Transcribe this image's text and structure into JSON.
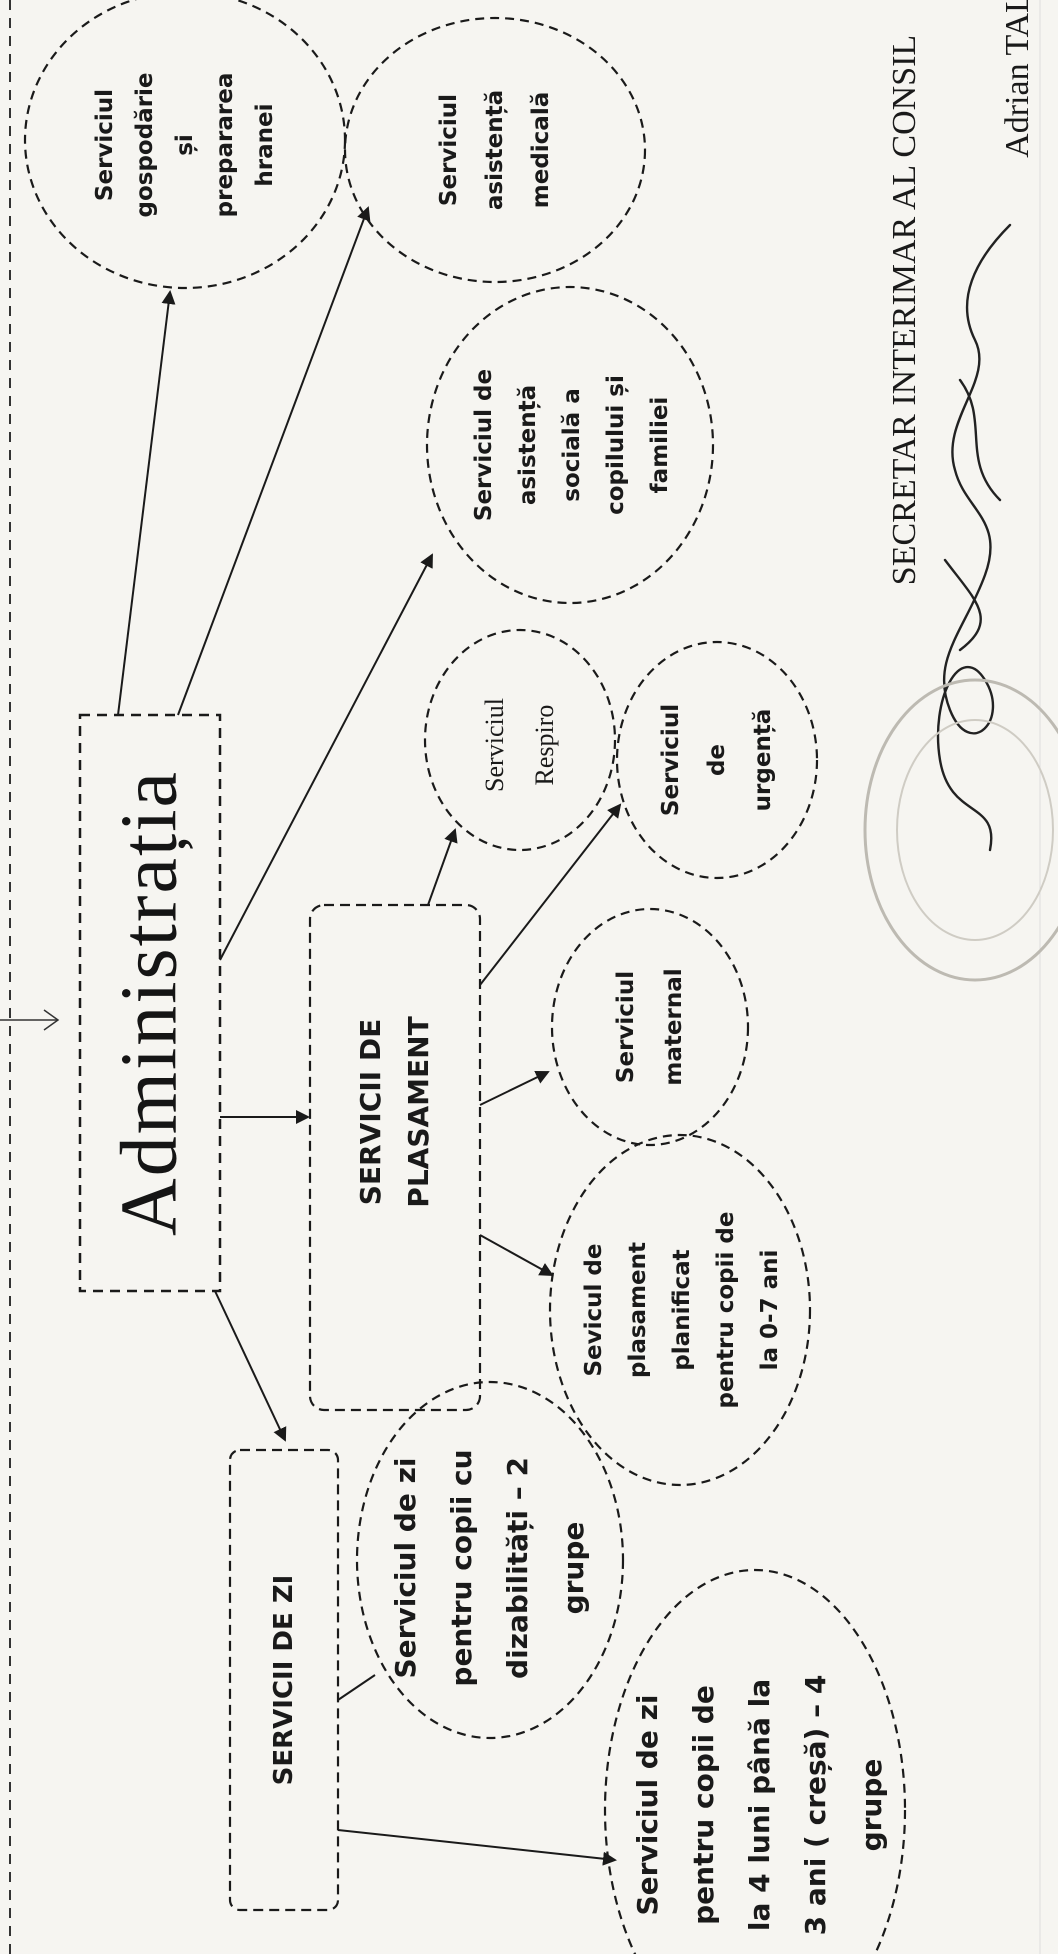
{
  "nodes": {
    "admin": {
      "label": "Administrația"
    },
    "gospodarie": {
      "lines": [
        "Serviciul",
        "gospodărie",
        "și",
        "prepararea",
        "hranei"
      ]
    },
    "medicala": {
      "lines": [
        "Serviciul",
        "asistență",
        "medicală"
      ]
    },
    "sociala": {
      "lines": [
        "Serviciul de",
        "asistență",
        "socială a",
        "copilului și",
        "familiei"
      ]
    },
    "respiro": {
      "lines": [
        "Serviciul",
        "Respiro"
      ]
    },
    "urgenta": {
      "lines": [
        "Serviciul",
        "de",
        "urgență"
      ]
    },
    "plasament": {
      "lines": [
        "SERVICII DE",
        "PLASAMENT"
      ]
    },
    "maternal": {
      "lines": [
        "Serviciul",
        "maternal"
      ]
    },
    "plasament_planificat": {
      "lines": [
        "Sevicul de",
        "plasament",
        "planificat",
        "pentru copii de",
        "la 0-7 ani"
      ]
    },
    "zi": {
      "lines": [
        "SERVICII DE  ZI"
      ]
    },
    "zi_dizabilitati": {
      "lines": [
        "Serviciul  de zi",
        "pentru copii cu",
        "dizabilități – 2",
        "grupe"
      ]
    },
    "zi_cresa": {
      "lines": [
        "Serviciul de zi",
        "pentru copii de",
        "la 4 luni până la",
        "3 ani  ( creșă) – 4",
        "grupe"
      ]
    }
  },
  "signature": {
    "title": "SECRETAR INTERIMAR AL CONSIL",
    "name": "Adrian TAL"
  },
  "colors": {
    "ink": "#1a1a1a",
    "paper": "#f6f5f1"
  }
}
